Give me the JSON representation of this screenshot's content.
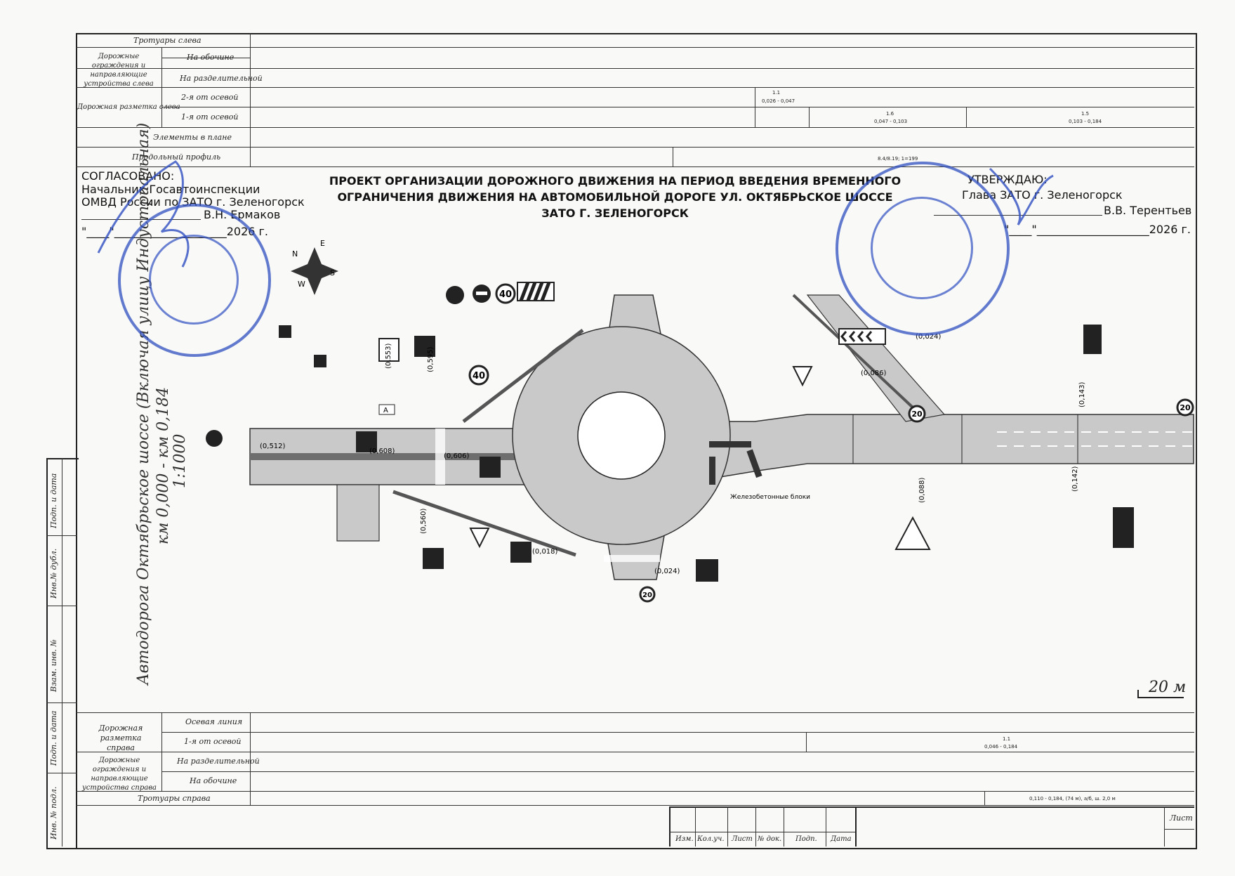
{
  "top_table": {
    "sidewalk_left": "Тротуары слева",
    "barriers_left": "Дорожные ограждения и направляющие устройства слева",
    "on_shoulder": "На обочине",
    "on_divider": "На разделительной",
    "marking_left": "Дорожная разметка слева",
    "second_from_axis": "2-я от осевой",
    "first_from_axis": "1-я от осевой",
    "plan_elements": "Элементы в плане",
    "long_profile": "Продольный профиль",
    "mark_1_1_label": "1.1",
    "mark_1_1_range": "0,026 - 0,047",
    "mark_1_6_label": "1.6",
    "mark_1_6_range": "0,047 - 0,103",
    "mark_1_5_label": "1.5",
    "mark_1_5_range": "0,103 - 0,184",
    "profile_note": "8.4/8.19; 1=199"
  },
  "approval_left": {
    "line1": "СОГЛАСОВАНО:",
    "line2": "Начальник Госавтоинспекции",
    "line3": "ОМВД России по ЗАТО г. Зеленогорск",
    "name": "В.Н. Ермаков",
    "date": "\"____\"____________________2026 г."
  },
  "approval_right": {
    "line1": "УТВЕРЖДАЮ:",
    "line2": "Глава ЗАТО г. Зеленогорск",
    "name": "В.В. Терентьев",
    "date": "\"____\"____________________2026 г."
  },
  "title": {
    "line1": "ПРОЕКТ ОРГАНИЗАЦИИ ДОРОЖНОГО ДВИЖЕНИЯ НА ПЕРИОД ВВЕДЕНИЯ ВРЕМЕННОГО",
    "line2": "ОГРАНИЧЕНИЯ ДВИЖЕНИЯ НА АВТОМОБИЛЬНОЙ ДОРОГЕ УЛ. ОКТЯБРЬСКОЕ ШОССЕ",
    "line3": "ЗАТО Г. ЗЕЛЕНОГОРСК"
  },
  "side_title": {
    "line1": "Автодорога Октябрьское шоссе (Включая улицу Индустриальная)",
    "line2": "км 0,000 - км 0,184",
    "line3": "1:1000"
  },
  "scale_bar": "20 м",
  "plan_labels": {
    "concrete_blocks": "Железобетонные блоки",
    "point_a": "А",
    "chain_1": "(0,608)",
    "chain_2": "(0,606)",
    "chain_3": "(0,553)",
    "chain_4": "(0,595)",
    "chain_5": "(0,512)",
    "chain_6": "(0,560)",
    "chain_7": "(0,018)",
    "chain_8": "(0,024)",
    "chain_9": "(0,088)",
    "chain_10": "(0,142)",
    "chain_11": "(0,086)",
    "chain_12": "(0,024)",
    "chain_13": "(0,143)",
    "speed_40": "40",
    "speed_20": "20",
    "compass_n": "N",
    "compass_e": "E",
    "compass_s": "S",
    "compass_w": "W"
  },
  "bottom_table": {
    "marking_right": "Дорожная разметка справа",
    "axis_line": "Осевая линия",
    "first_from_axis": "1-я от осевой",
    "barriers_right": "Дорожные ограждения и направляющие устройства справа",
    "on_divider": "На разделительной",
    "on_shoulder": "На обочине",
    "sidewalk_right": "Тротуары справа",
    "mark_1_1_label": "1.1",
    "mark_1_1_range": "0,046 - 0,184",
    "sidewalk_note": "0,110 - 0,184, (74 м), а/б, ш. 2,0 м"
  },
  "stamp_block": {
    "izm": "Изм.",
    "kol_uch": "Кол.уч.",
    "list": "Лист",
    "n_dok": "№ док.",
    "podp": "Подп.",
    "data": "Дата",
    "sheet": "Лист"
  },
  "left_strip": {
    "podp_data_1": "Подп. и дата",
    "inv_dubl": "Инв.№ дубл.",
    "vzam_inv": "Взам. инв. №",
    "podp_data_2": "Подп. и дата",
    "inv_podl": "Инв. № подл."
  },
  "colors": {
    "road": "#c9c9c9",
    "divider": "#6e6e6e",
    "stamp_blue": "#2f4fc0",
    "line": "#222222"
  }
}
